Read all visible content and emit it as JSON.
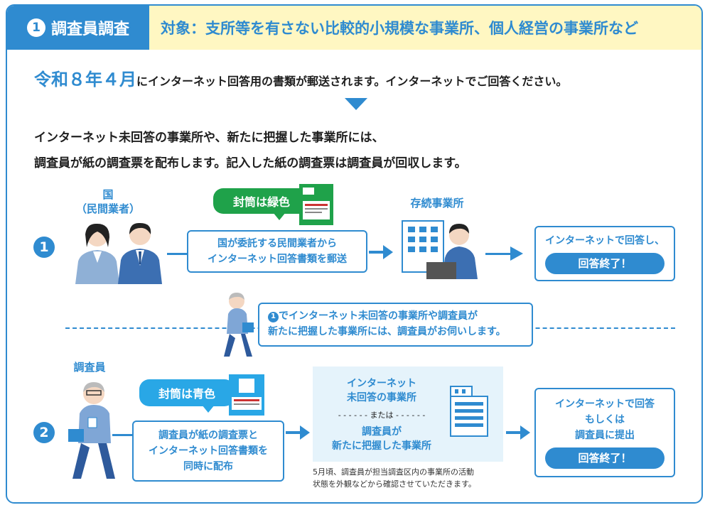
{
  "header": {
    "num": "1",
    "title": "調査員調査",
    "subtitle": "対象：支所等を有さない比較的小規模な事業所、個人経営の事業所など"
  },
  "intro": {
    "highlight": "令和８年４月",
    "text": "にインターネット回答用の書類が郵送されます。インターネットでご回答ください。"
  },
  "paragraph": {
    "line1": "インターネット未回答の事業所や、新たに把握した事業所には、",
    "line2": "調査員が紙の調査票を配布します。記入した紙の調査票は調査員が回収します。"
  },
  "row1": {
    "num": "1",
    "sender_line1": "国",
    "sender_line2": "（民間業者）",
    "envelope_label": "封筒は緑色",
    "mail_line1": "国が委託する民間業者から",
    "mail_line2": "インターネット回答書類を郵送",
    "target": "存続事業所",
    "result_text": "インターネットで回答し、",
    "result_button": "回答終了！",
    "colors": {
      "envelope": "#1fa24a",
      "accent": "#2f8bd0"
    }
  },
  "middle_note": {
    "num": "1",
    "line1": "でインターネット未回答の事業所や調査員が",
    "line2": "新たに把握した事業所には、調査員がお伺いします。"
  },
  "row2": {
    "num": "2",
    "investigator": "調査員",
    "envelope_label": "封筒は青色",
    "distribute_line1": "調査員が紙の調査票と",
    "distribute_line2": "インターネット回答書類を",
    "distribute_line3": "同時に配布",
    "target_line1": "インターネット",
    "target_line2": "未回答の事業所",
    "or_text": "または",
    "target_line3": "調査員が",
    "target_line4": "新たに把握した事業所",
    "footnote_line1": "5月頃、調査員が担当調査区内の事業所の活動",
    "footnote_line2": "状態を外観などから確認させていただきます。",
    "result_line1": "インターネットで回答",
    "result_line2": "もしくは",
    "result_line3": "調査員に提出",
    "result_button": "回答終了！",
    "colors": {
      "envelope": "#29a7e6"
    }
  }
}
